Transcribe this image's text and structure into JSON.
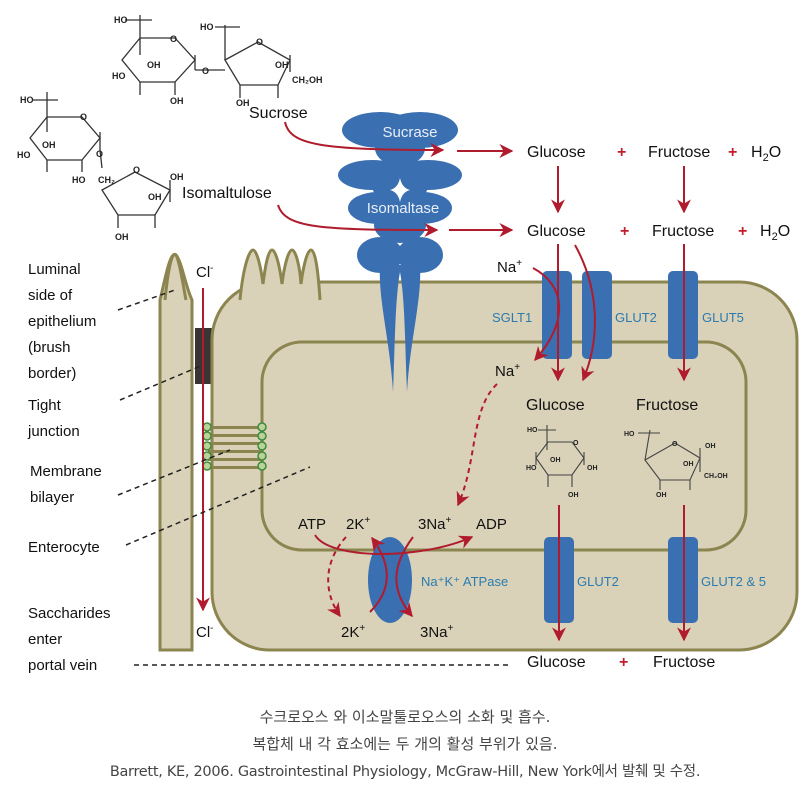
{
  "substrates": {
    "sucrose": "Sucrose",
    "isomaltulose": "Isomaltulose"
  },
  "enzymes": {
    "sucrase": "Sucrase",
    "isomaltase": "Isomaltase"
  },
  "products_row1": {
    "glucose": "Glucose",
    "plus1": "+",
    "fructose": "Fructose",
    "plus2": "+",
    "water": "H",
    "water_sub": "2",
    "water_tail": "O"
  },
  "products_row2": {
    "glucose": "Glucose",
    "plus1": "+",
    "fructose": "Fructose",
    "plus2": "+",
    "water": "H",
    "water_sub": "2",
    "water_tail": "O"
  },
  "left_labels": {
    "luminal": [
      "Luminal",
      "side of",
      "epithelium",
      "(brush",
      "border)"
    ],
    "tight_junction": [
      "Tight",
      "junction"
    ],
    "membrane": [
      "Membrane",
      "bilayer"
    ],
    "enterocyte": "Enterocyte",
    "portal": [
      "Saccharides",
      "enter",
      "portal vein"
    ]
  },
  "ions": {
    "cl_top": "Cl",
    "cl_bottom": "Cl",
    "cl_charge": "-",
    "na_top": "Na",
    "na_inside": "Na",
    "plus_charge": "+",
    "atp": "ATP",
    "k_in": "2K",
    "na_in": "3Na",
    "adp": "ADP",
    "k_out": "2K",
    "na_out": "3Na"
  },
  "transporters": {
    "sglt1": "SGLT1",
    "glut2_top": "GLUT2",
    "glut5": "GLUT5",
    "pump": "Na⁺K⁺ ATPase",
    "glut2_bottom": "GLUT2",
    "glut25": "GLUT2 & 5"
  },
  "inside_cell": {
    "glucose": "Glucose",
    "fructose": "Fructose"
  },
  "output": {
    "glucose": "Glucose",
    "plus": "+",
    "fructose": "Fructose"
  },
  "chem_labels": {
    "ho": "HO",
    "oh": "OH",
    "o": "O",
    "ch2": "CH₂",
    "ch2oh": "CH₂OH"
  },
  "colors": {
    "cell_fill": "#d9d2b8",
    "cell_stroke": "#8c8550",
    "protein": "#3a70b2",
    "arrow": "#b01c2e",
    "transporter_label": "#2b7bb0"
  },
  "caption": {
    "line1": "수크로오스 와 이소말툴로오스의 소화 및 흡수.",
    "line2": "복합체 내 각 효소에는 두 개의 활성 부위가 있음.",
    "line3": "Barrett, KE, 2006. Gastrointestinal Physiology, McGraw-Hill, New York에서 발췌 및 수정."
  }
}
